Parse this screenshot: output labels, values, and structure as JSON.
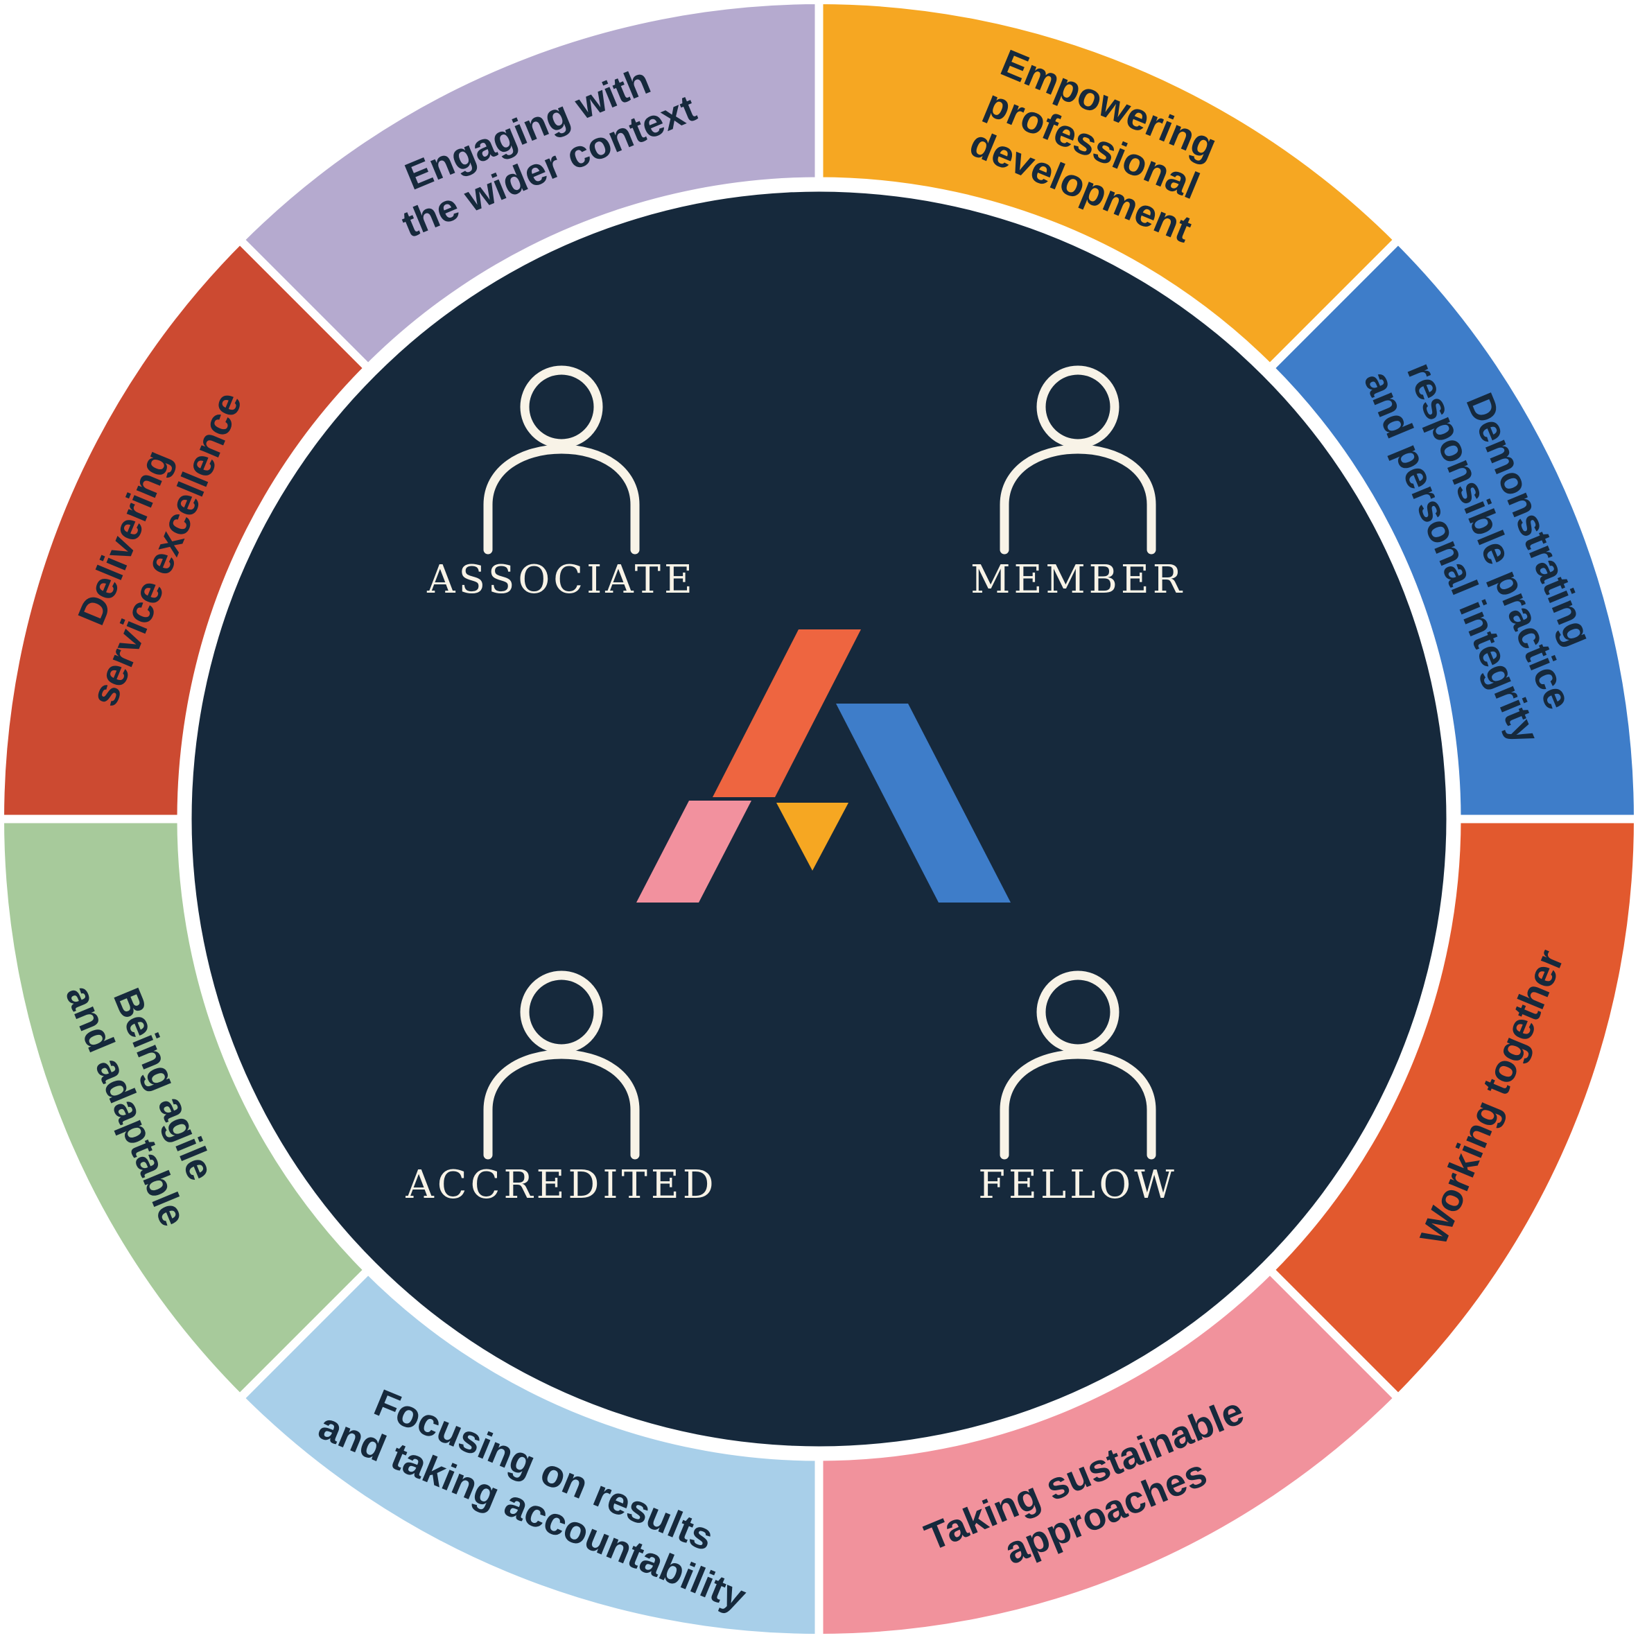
{
  "colors": {
    "background": "#FFFFFF",
    "center_circle": "#16293C",
    "cream": "#F8F3E7",
    "ring_text": "#16293C"
  },
  "logo": {
    "icon": "brand-logo",
    "orange": "#EE6540",
    "pink": "#F2919E",
    "yellow": "#F6A722",
    "blue": "#3E7DC9"
  },
  "levels": [
    {
      "id": "associate",
      "label": "ASSOCIATE",
      "icon": "person-icon"
    },
    {
      "id": "member",
      "label": "MEMBER",
      "icon": "person-icon"
    },
    {
      "id": "accredited",
      "label": "ACCREDITED",
      "icon": "person-icon"
    },
    {
      "id": "fellow",
      "label": "FELLOW",
      "icon": "person-icon"
    }
  ],
  "ring": {
    "segments": [
      {
        "id": "engaging-wider-context",
        "label": "Engaging with the wider context",
        "lines": [
          "Engaging with",
          "the wider context"
        ],
        "color": "#B5AACF"
      },
      {
        "id": "empowering-professional-development",
        "label": "Empowering professional development",
        "lines": [
          "Empowering",
          "professional",
          "development"
        ],
        "color": "#F6A722"
      },
      {
        "id": "demonstrating-responsible-practice",
        "label": "Demonstrating responsible practice and personal integrity",
        "lines": [
          "Demonstrating",
          "responsible practice",
          "and personal integrity"
        ],
        "color": "#3E7DC9"
      },
      {
        "id": "working-together",
        "label": "Working together",
        "lines": [
          "Working together"
        ],
        "color": "#E2592E"
      },
      {
        "id": "taking-sustainable-approaches",
        "label": "Taking sustainable approaches",
        "lines": [
          "Taking sustainable",
          "approaches"
        ],
        "color": "#F1929C"
      },
      {
        "id": "focusing-on-results",
        "label": "Focusing on results and taking accountability",
        "lines": [
          "Focusing on results",
          "and taking accountability"
        ],
        "color": "#A8CFE9"
      },
      {
        "id": "being-agile",
        "label": "Being agile and adaptable",
        "lines": [
          "Being agile",
          "and adaptable"
        ],
        "color": "#A7CA9B"
      },
      {
        "id": "delivering-service-excellence",
        "label": "Delivering service excellence",
        "lines": [
          "Delivering",
          "service excellence"
        ],
        "color": "#CC4A31"
      }
    ]
  }
}
